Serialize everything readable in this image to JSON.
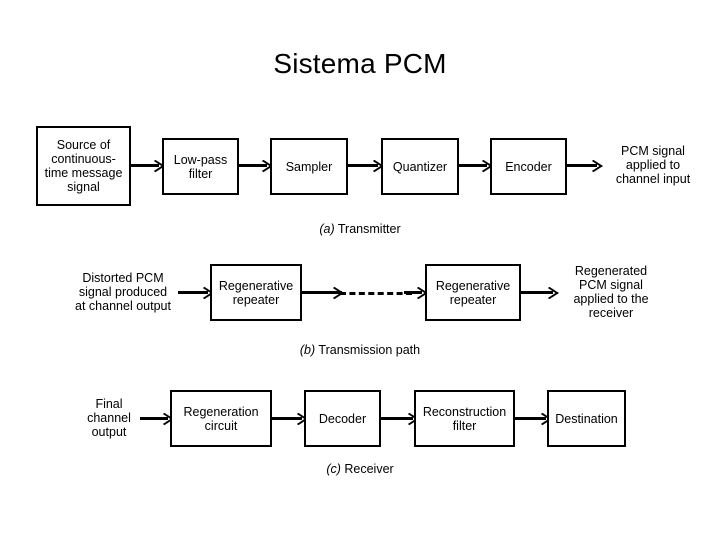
{
  "page": {
    "title": "Sistema PCM",
    "background_color": "#ffffff",
    "ink_color": "#000000"
  },
  "diagram": {
    "rows": [
      {
        "id": "transmitter",
        "caption_prefix": "(a)",
        "caption_text": " Transmitter",
        "nodes": [
          {
            "kind": "block",
            "label": "Source of\ncontinuous-\ntime message\nsignal"
          },
          {
            "kind": "block",
            "label": "Low-pass\nfilter"
          },
          {
            "kind": "block",
            "label": "Sampler"
          },
          {
            "kind": "block",
            "label": "Quantizer"
          },
          {
            "kind": "block",
            "label": "Encoder"
          },
          {
            "kind": "freetext",
            "label": "PCM signal\napplied to\nchannel input"
          }
        ]
      },
      {
        "id": "transmission-path",
        "caption_prefix": "(b)",
        "caption_text": " Transmission path",
        "nodes": [
          {
            "kind": "freetext",
            "label": "Distorted PCM\nsignal produced\nat channel output"
          },
          {
            "kind": "block",
            "label": "Regenerative\nrepeater"
          },
          {
            "kind": "block",
            "label": "Regenerative\nrepeater"
          },
          {
            "kind": "freetext",
            "label": "Regenerated\nPCM signal\napplied to the\nreceiver"
          }
        ]
      },
      {
        "id": "receiver",
        "caption_prefix": "(c)",
        "caption_text": " Receiver",
        "nodes": [
          {
            "kind": "freetext",
            "label": "Final\nchannel\noutput"
          },
          {
            "kind": "block",
            "label": "Regeneration\ncircuit"
          },
          {
            "kind": "block",
            "label": "Decoder"
          },
          {
            "kind": "block",
            "label": "Reconstruction\nfilter"
          },
          {
            "kind": "block",
            "label": "Destination"
          }
        ]
      }
    ]
  }
}
